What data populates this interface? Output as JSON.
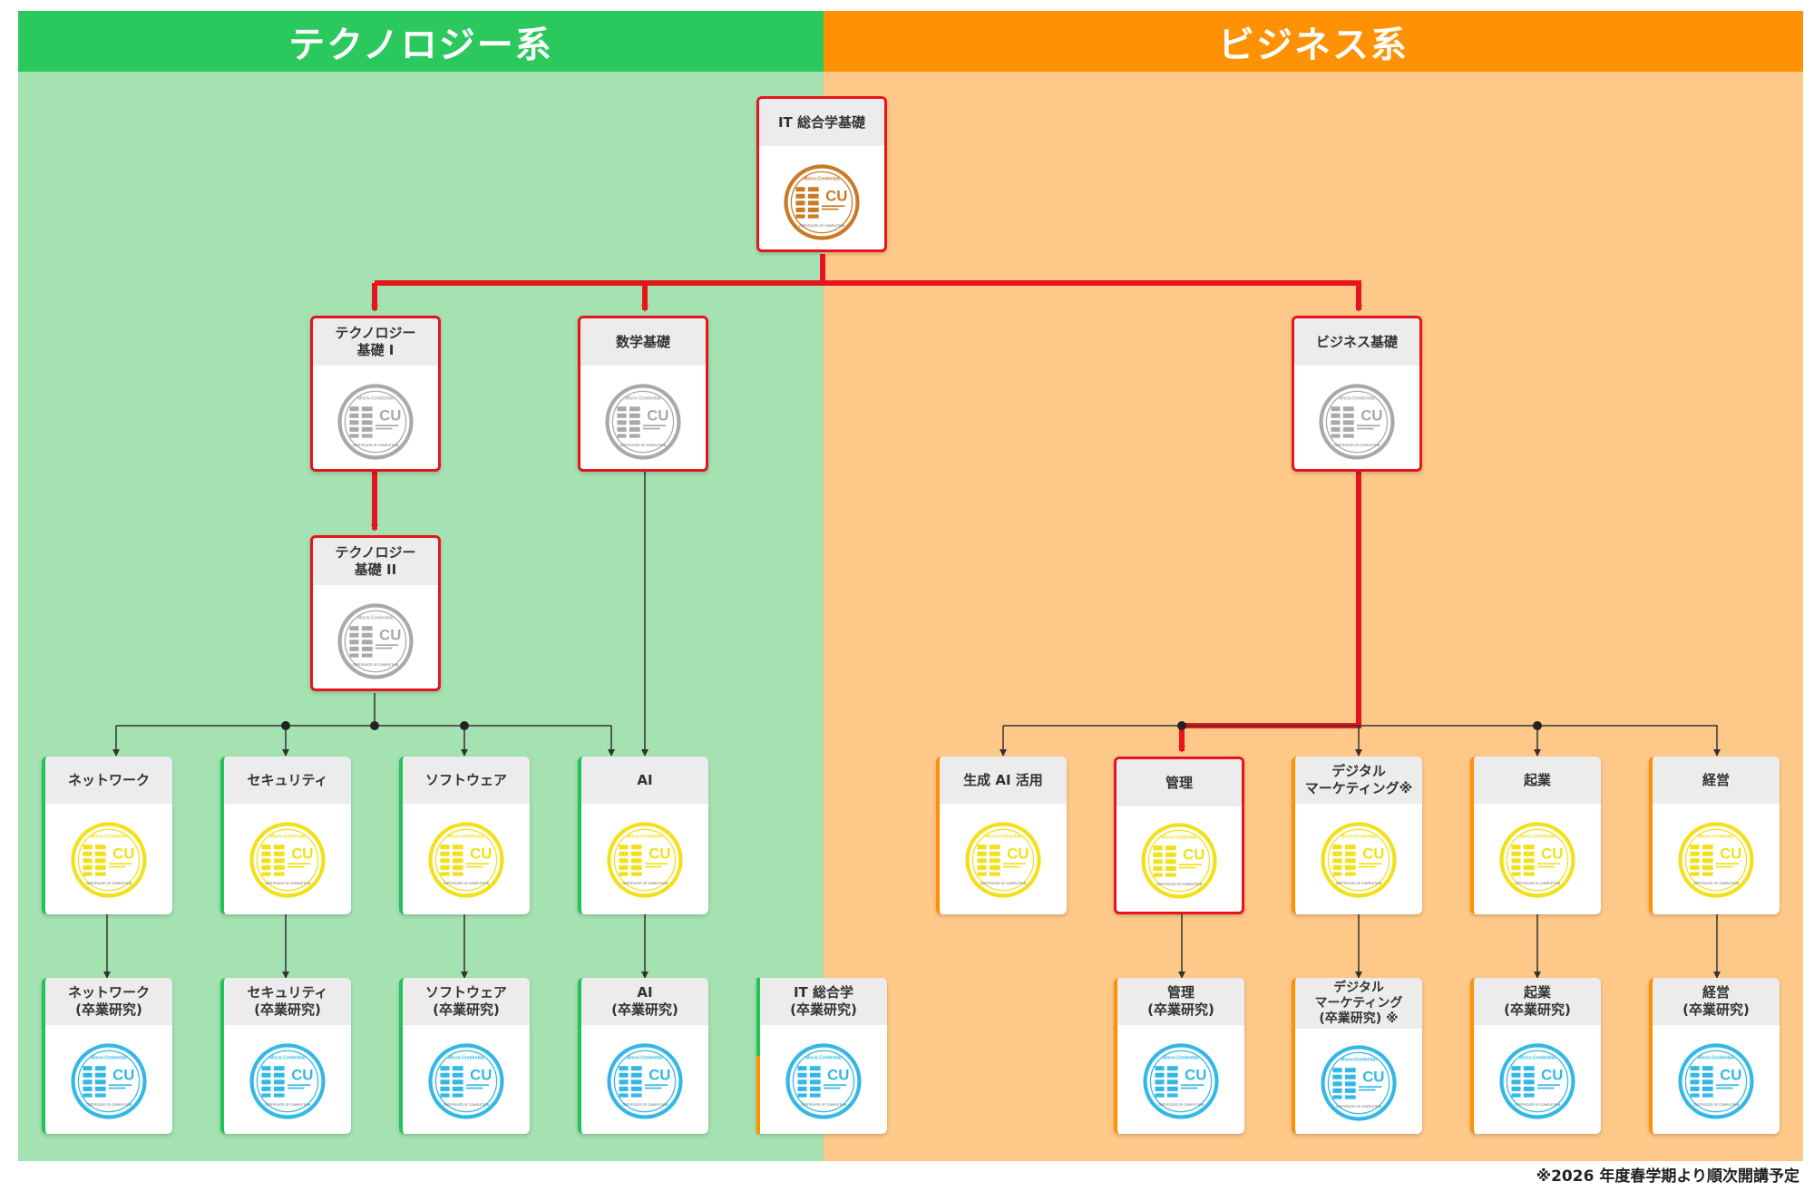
{
  "headers": {
    "technology": "テクノロジー系",
    "business": "ビジネス系"
  },
  "colors": {
    "tech_header": "#2bc85e",
    "tech_bg": "#a4e2b2",
    "biz_header": "#ff9104",
    "biz_bg": "#fec888",
    "required_border": "#e8141d",
    "badge_bronze": "#c97a25",
    "badge_silver": "#a9a9a9",
    "badge_gold": "#f2e01a",
    "badge_cyan": "#33b8e6"
  },
  "badge_text": {
    "micro_credential": "Micro-Credential",
    "logo": "CU",
    "certificate": "CERTIFICATE OF COMPLETION"
  },
  "cards": {
    "it_basic": {
      "label": "IT 総合学基礎"
    },
    "tech_basic_1": {
      "label": "テクノロジー\n基礎 I"
    },
    "math_basic": {
      "label": "数学基礎"
    },
    "biz_basic": {
      "label": "ビジネス基礎"
    },
    "tech_basic_2": {
      "label": "テクノロジー\n基礎 II"
    },
    "network": {
      "label": "ネットワーク"
    },
    "security": {
      "label": "セキュリティ"
    },
    "software": {
      "label": "ソフトウェア"
    },
    "ai": {
      "label": "AI"
    },
    "gen_ai": {
      "label": "生成 AI 活用"
    },
    "management": {
      "label": "管理"
    },
    "digital_marketing": {
      "label": "デジタル\nマーケティング※"
    },
    "startup": {
      "label": "起業"
    },
    "business_admin": {
      "label": "経営"
    },
    "network_res": {
      "label": "ネットワーク\n(卒業研究)"
    },
    "security_res": {
      "label": "セキュリティ\n(卒業研究)"
    },
    "software_res": {
      "label": "ソフトウェア\n(卒業研究)"
    },
    "ai_res": {
      "label": "AI\n(卒業研究)"
    },
    "it_res": {
      "label": "IT 総合学\n(卒業研究)"
    },
    "management_res": {
      "label": "管理\n(卒業研究)"
    },
    "digital_marketing_res": {
      "label": "デジタル\nマーケティング\n(卒業研究) ※"
    },
    "startup_res": {
      "label": "起業\n(卒業研究)"
    },
    "business_admin_res": {
      "label": "経営\n(卒業研究)"
    }
  },
  "footnote": "※2026 年度春学期より順次開講予定"
}
